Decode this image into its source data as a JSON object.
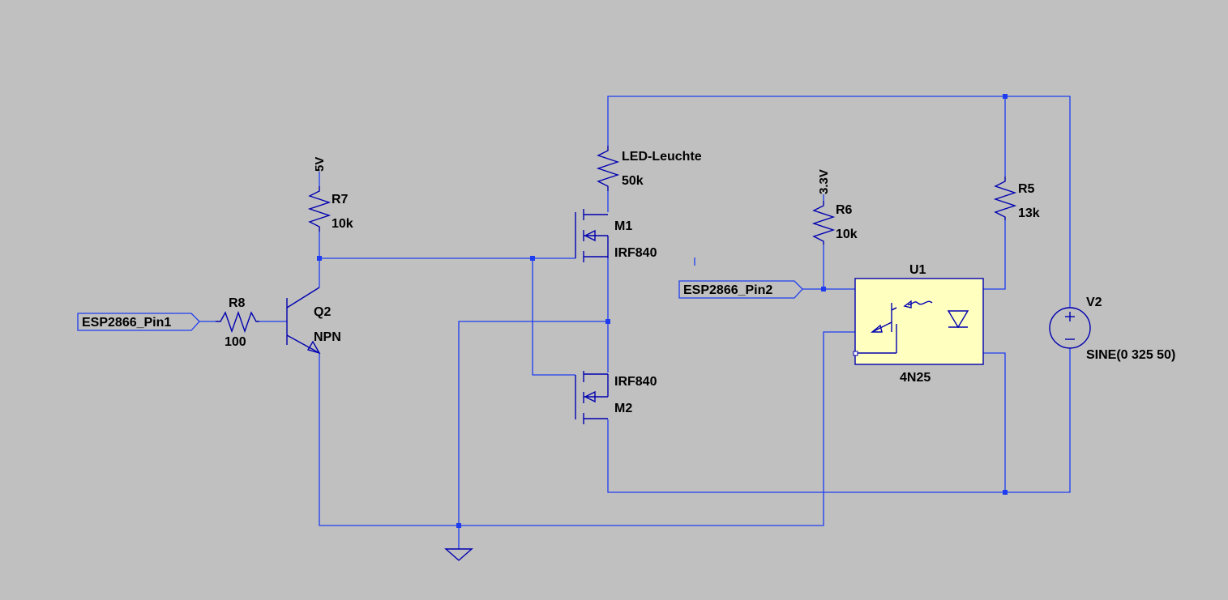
{
  "colors": {
    "background": "#c0c0c0",
    "wire": "#1e3df0",
    "symbol": "#0000b0",
    "junction": "#1e3df0",
    "optocoupler_fill": "#ffffc0"
  },
  "ports": {
    "pin1": "ESP2866_Pin1",
    "pin2": "ESP2866_Pin2"
  },
  "supplies": {
    "v5": "5V",
    "v33": "3.3V"
  },
  "components": {
    "r7": {
      "name": "R7",
      "value": "10k"
    },
    "r8": {
      "name": "R8",
      "value": "100"
    },
    "q2": {
      "name": "Q2",
      "value": "NPN"
    },
    "led": {
      "name": "LED-Leuchte",
      "value": "50k"
    },
    "m1": {
      "name": "M1",
      "value": "IRF840"
    },
    "m2": {
      "name": "M2",
      "value": "IRF840"
    },
    "r6": {
      "name": "R6",
      "value": "10k"
    },
    "r5": {
      "name": "R5",
      "value": "13k"
    },
    "u1": {
      "name": "U1",
      "value": "4N25"
    },
    "v2": {
      "name": "V2",
      "value": "SINE(0 325 50)"
    }
  }
}
